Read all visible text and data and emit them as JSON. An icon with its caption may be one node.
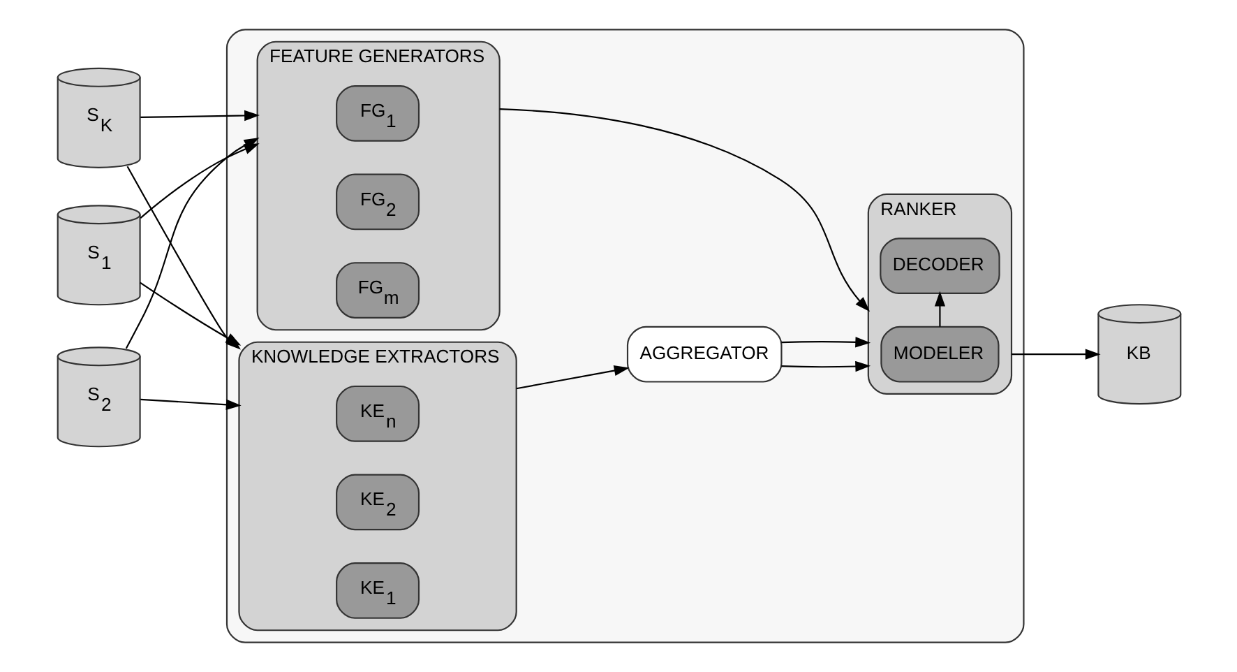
{
  "diagram": {
    "nodes": [
      {
        "text": [
          "S$_{1}$"
        ]
      },
      {
        "text": [
          "S$_{2}$"
        ]
      },
      {
        "text": [
          "S$_{K}$"
        ]
      },
      {
        "text": [],
        "shape": "box"
      },
      {
        "text": [
          "FEATURE GENERATORS"
        ],
        "in": 3
      },
      {
        "text": [
          "FG$_{1}$"
        ],
        "in": 4
      },
      {
        "text": [
          "FG$_{2}$"
        ],
        "in": 4
      },
      {
        "text": [
          "FG$_{m}$"
        ],
        "in": 4
      },
      {
        "text": [
          "KNOWLEDGE EXTRACTORS"
        ],
        "in": 3
      },
      {
        "text": [
          "KE$_{n}$"
        ],
        "in": 8
      },
      {
        "text": [
          "KE$_{2}$"
        ],
        "in": 8
      },
      {
        "text": [
          "KE$_{1}$"
        ],
        "in": 8
      },
      {
        "text": [
          "AGGREGATOR"
        ],
        "in": 3
      },
      {
        "text": [
          "RANKER"
        ],
        "in": 3
      },
      {
        "text": [
          "MODELER"
        ],
        "in": 13
      },
      {
        "text": [
          "DECODER"
        ],
        "in": 13
      },
      {
        "text": [
          "KB"
        ]
      }
    ],
    "edges": [
      {
        "from": 0,
        "to": 4,
        "arrow": "to"
      },
      {
        "from": 1,
        "to": 4,
        "arrow": "to"
      },
      {
        "from": 2,
        "to": 4,
        "arrow": "to"
      },
      {
        "from": 0,
        "to": 8,
        "arrow": "to"
      },
      {
        "from": 1,
        "to": 8,
        "arrow": "to"
      },
      {
        "from": 2,
        "to": 8,
        "arrow": "to"
      },
      {
        "from": 4,
        "to": 13,
        "arrow": "to"
      },
      {
        "from": 8,
        "to": 12,
        "arrow": "to"
      },
      {
        "from": 12,
        "to": 13,
        "arrow": "to"
      },
      {
        "from": 12,
        "to": 13,
        "arrow": "to"
      },
      {
        "from": 14,
        "to": 15,
        "arrow": "to"
      },
      {
        "from": 13,
        "to": 16,
        "arrow": "to"
      }
    ]
  }
}
